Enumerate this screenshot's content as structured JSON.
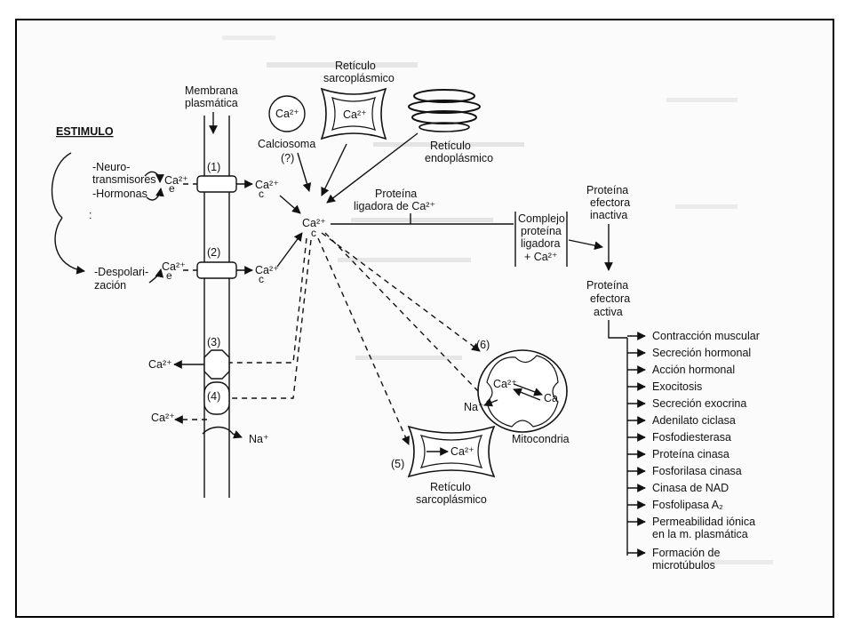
{
  "diagram": {
    "stimulus": {
      "title": "ESTIMULO",
      "items": [
        "-Neuro-",
        "transmisores",
        "-Hormonas",
        "-Despolari-",
        "zación"
      ],
      "dots": ":"
    },
    "membrane": {
      "label_line1": "Membrana",
      "label_line2": "plasmática"
    },
    "channels": [
      "(1)",
      "(2)",
      "(3)",
      "(4)"
    ],
    "ions": {
      "ca_e": "Ca²⁺",
      "ca_c": "Ca²⁺",
      "sub_e": "e",
      "sub_c": "c",
      "ca_out": "Ca²⁺",
      "na": "Na⁺"
    },
    "calciosome": {
      "ion": "Ca²⁺",
      "label": "Calciosoma",
      "question": "(?)"
    },
    "sr_top": {
      "label_line1": "Retículo",
      "label_line2": "sarcoplásmico",
      "ion": "Ca²⁺"
    },
    "er": {
      "label_line1": "Retículo",
      "label_line2": "endoplásmico"
    },
    "center_ion": {
      "ion": "Ca²⁺",
      "sub": "c"
    },
    "binding_protein": {
      "label_line1": "Proteína",
      "label_line2": "ligadora de Ca²⁺"
    },
    "complex": {
      "lines": [
        "Complejo",
        "proteína",
        "ligadora",
        "+ Ca²⁺"
      ]
    },
    "effector_inactive": {
      "lines": [
        "Proteína",
        "efectora",
        "inactiva"
      ]
    },
    "effector_active": {
      "lines": [
        "Proteína",
        "efectora",
        "activa"
      ]
    },
    "mito": {
      "number": "(6)",
      "ion_ca": "Ca²⁺",
      "ion_ca2": "Ca",
      "na": "Na⁺",
      "label": "Mitocondria"
    },
    "sr_bottom": {
      "number": "(5)",
      "ion": "Ca²⁺",
      "label_line1": "Retículo",
      "label_line2": "sarcoplásmico"
    },
    "responses": [
      "Contracción muscular",
      "Secreción hormonal",
      "Acción hormonal",
      "Exocitosis",
      "Secreción exocrina",
      "Adenilato ciclasa",
      "Fosfodiesterasa",
      "Proteína cinasa",
      "Fosforilasa cinasa",
      "Cinasa de NAD",
      "Fosfolipasa A₂",
      "Permeabilidad iónica",
      "en la m. plasmática",
      "Formación de",
      "microtúbulos"
    ]
  }
}
